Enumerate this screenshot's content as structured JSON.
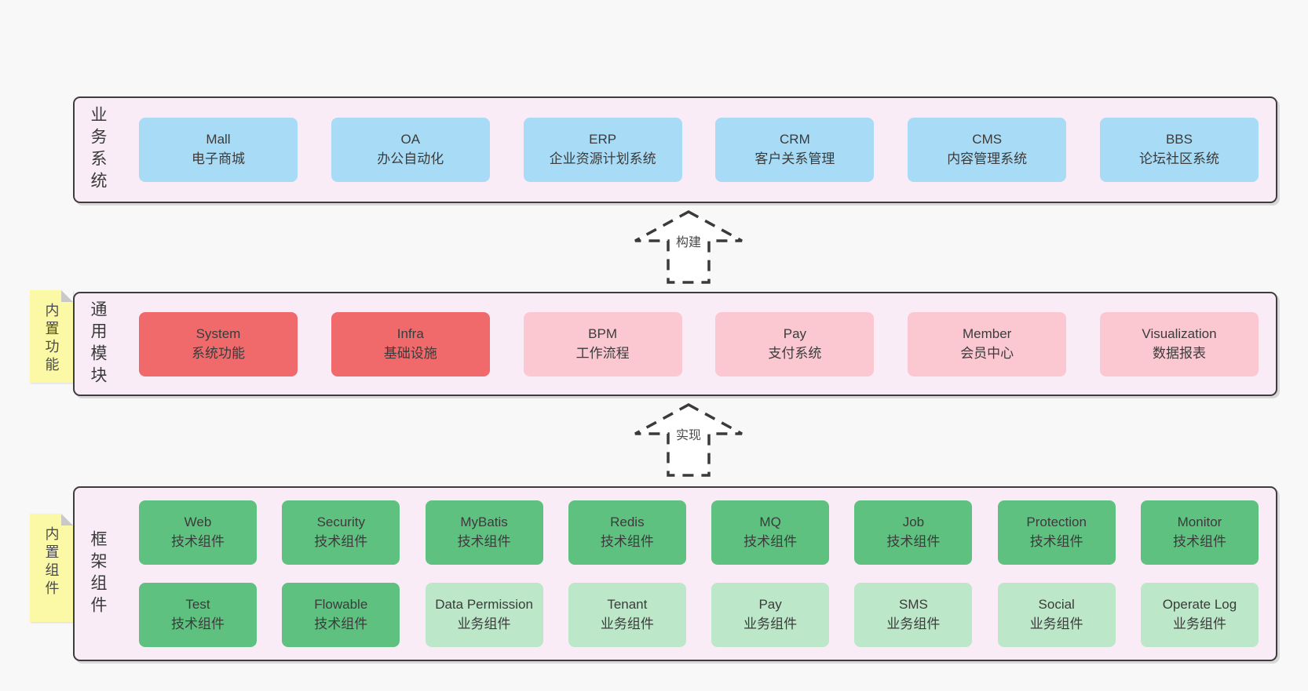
{
  "colors": {
    "background": "#f8f8f8",
    "panel_bg": "#f9ecf6",
    "panel_border": "#3d3d3d",
    "box_blue": "#a8dbf5",
    "box_red": "#f0696b",
    "box_pink": "#fbc8d2",
    "box_green": "#5fc180",
    "box_light_green": "#bde7c9",
    "note_yellow": "#fbf9a6"
  },
  "arrows": [
    {
      "label": "构建"
    },
    {
      "label": "实现"
    }
  ],
  "layers": [
    {
      "title": "业务系统",
      "rows": [
        [
          {
            "name": "Mall",
            "sub": "电子商城",
            "variant": "blue"
          },
          {
            "name": "OA",
            "sub": "办公自动化",
            "variant": "blue"
          },
          {
            "name": "ERP",
            "sub": "企业资源计划系统",
            "variant": "blue"
          },
          {
            "name": "CRM",
            "sub": "客户关系管理",
            "variant": "blue"
          },
          {
            "name": "CMS",
            "sub": "内容管理系统",
            "variant": "blue"
          },
          {
            "name": "BBS",
            "sub": "论坛社区系统",
            "variant": "blue"
          }
        ]
      ]
    },
    {
      "title": "通用模块",
      "note": "内置功能",
      "rows": [
        [
          {
            "name": "System",
            "sub": "系统功能",
            "variant": "red"
          },
          {
            "name": "Infra",
            "sub": "基础设施",
            "variant": "red"
          },
          {
            "name": "BPM",
            "sub": "工作流程",
            "variant": "pink"
          },
          {
            "name": "Pay",
            "sub": "支付系统",
            "variant": "pink"
          },
          {
            "name": "Member",
            "sub": "会员中心",
            "variant": "pink"
          },
          {
            "name": "Visualization",
            "sub": "数据报表",
            "variant": "pink"
          }
        ]
      ]
    },
    {
      "title": "框架组件",
      "note": "内置组件",
      "rows": [
        [
          {
            "name": "Web",
            "sub": "技术组件",
            "variant": "green"
          },
          {
            "name": "Security",
            "sub": "技术组件",
            "variant": "green"
          },
          {
            "name": "MyBatis",
            "sub": "技术组件",
            "variant": "green"
          },
          {
            "name": "Redis",
            "sub": "技术组件",
            "variant": "green"
          },
          {
            "name": "MQ",
            "sub": "技术组件",
            "variant": "green"
          },
          {
            "name": "Job",
            "sub": "技术组件",
            "variant": "green"
          },
          {
            "name": "Protection",
            "sub": "技术组件",
            "variant": "green"
          },
          {
            "name": "Monitor",
            "sub": "技术组件",
            "variant": "green"
          }
        ],
        [
          {
            "name": "Test",
            "sub": "技术组件",
            "variant": "green"
          },
          {
            "name": "Flowable",
            "sub": "技术组件",
            "variant": "green"
          },
          {
            "name": "Data Permission",
            "sub": "业务组件",
            "variant": "lgreen"
          },
          {
            "name": "Tenant",
            "sub": "业务组件",
            "variant": "lgreen"
          },
          {
            "name": "Pay",
            "sub": "业务组件",
            "variant": "lgreen"
          },
          {
            "name": "SMS",
            "sub": "业务组件",
            "variant": "lgreen"
          },
          {
            "name": "Social",
            "sub": "业务组件",
            "variant": "lgreen"
          },
          {
            "name": "Operate Log",
            "sub": "业务组件",
            "variant": "lgreen"
          }
        ]
      ]
    }
  ]
}
